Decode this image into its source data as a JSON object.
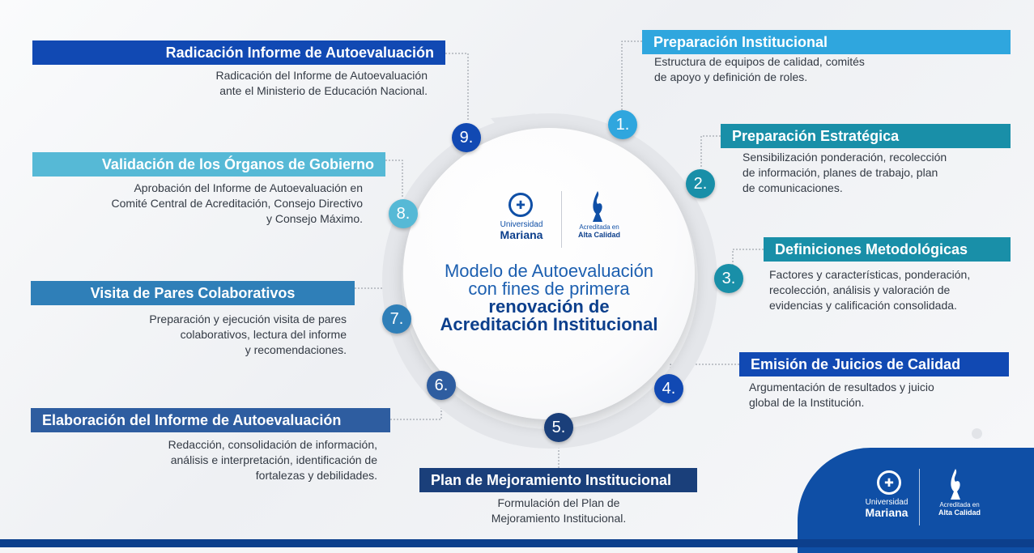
{
  "center": {
    "title_lines": [
      "Modelo de Autoevaluación",
      "con fines de primera",
      "renovación de",
      "Acreditación Institucional"
    ]
  },
  "logo": {
    "university_line1": "Universidad",
    "university_line2": "Mariana",
    "accredited_line1": "Acreditada en",
    "accredited_line2": "Alta Calidad"
  },
  "colors": {
    "navy": "#0c3f8c",
    "royal": "#1149b3",
    "light_blue": "#2fa6de",
    "teal": "#198fa8",
    "ring": "#e4e6ea"
  },
  "steps": [
    {
      "number": "1.",
      "title": "Preparación Institucional",
      "desc": [
        "Estructura de equipos de calidad, comités",
        "de apoyo y definición de roles."
      ]
    },
    {
      "number": "2.",
      "title": "Preparación Estratégica",
      "desc": [
        "Sensibilización ponderación, recolección",
        "de información, planes de trabajo, plan",
        "de comunicaciones."
      ]
    },
    {
      "number": "3.",
      "title": "Definiciones Metodológicas",
      "desc": [
        "Factores y características, ponderación,",
        "recolección, análisis y valoración de",
        "evidencias y calificación consolidada."
      ]
    },
    {
      "number": "4.",
      "title": "Emisión de Juicios de Calidad",
      "desc": [
        "Argumentación de resultados y juicio",
        "global de la Institución."
      ]
    },
    {
      "number": "5.",
      "title": "Plan de Mejoramiento Institucional",
      "desc": [
        "Formulación del Plan de",
        "Mejoramiento Institucional."
      ]
    },
    {
      "number": "6.",
      "title": "Elaboración del Informe de Autoevaluación",
      "desc": [
        "Redacción, consolidación de información,",
        "análisis e interpretación, identificación de",
        "fortalezas y debilidades."
      ]
    },
    {
      "number": "7.",
      "title": "Visita de Pares Colaborativos",
      "desc": [
        "Preparación y ejecución visita de pares",
        "colaborativos, lectura del informe",
        "y recomendaciones."
      ]
    },
    {
      "number": "8.",
      "title": "Validación de los Órganos de Gobierno",
      "desc": [
        "Aprobación del Informe de Autoevaluación en",
        "Comité Central de Acreditación, Consejo Directivo",
        "y Consejo Máximo."
      ]
    },
    {
      "number": "9.",
      "title": "Radicación Informe de Autoevaluación",
      "desc": [
        "Radicación del Informe de Autoevaluación",
        "ante el Ministerio de Educación Nacional."
      ]
    }
  ]
}
